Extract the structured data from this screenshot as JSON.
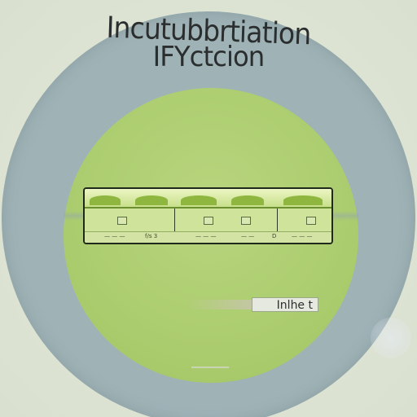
{
  "title": {
    "line1": "Incutubbrtiation",
    "line2": "IFYctcion"
  },
  "strip": {
    "tick_labels": [
      "— — —",
      "f/s 3",
      "— — —",
      "— —",
      "D",
      "— — —"
    ]
  },
  "label": {
    "text": "Inlhe t"
  },
  "colors": {
    "outer_ring": "#9fb3b7",
    "inner_disk": "#a9cb6c",
    "strip_fill": "#dbeaa9",
    "tab_green": "#8fb73f",
    "title_text": "#2b2e2f"
  }
}
